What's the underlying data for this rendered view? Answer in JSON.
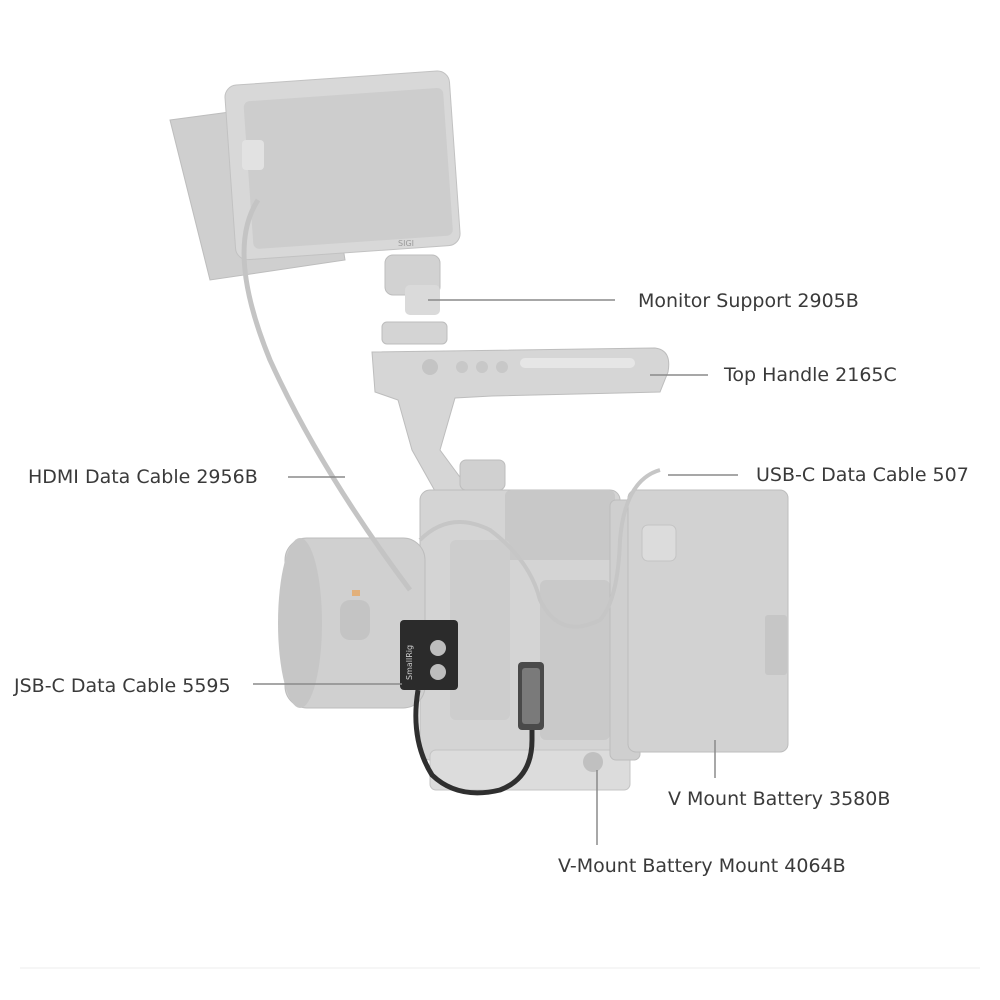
{
  "callouts": {
    "monitor_support": "Monitor Support 2905B",
    "top_handle": "Top Handle 2165C",
    "hdmi_cable": "HDMI Data Cable 2956B",
    "usbc_cable_right": "USB-C Data Cable 507",
    "usbc_cable_left": "JSB-C Data Cable 5595",
    "v_mount_battery": "V Mount Battery 3580B",
    "battery_mount": "V-Mount Battery Mount 4064B"
  },
  "brand_mark": "SmallRig",
  "monitor_badge": "SIGI",
  "colors": {
    "rig_gray": "#d6d6d6",
    "rig_edge": "#bdbdbd",
    "accessory_black": "#2b2b2b",
    "leader_line": "#8a8a8a",
    "text": "#3a3a3a"
  }
}
